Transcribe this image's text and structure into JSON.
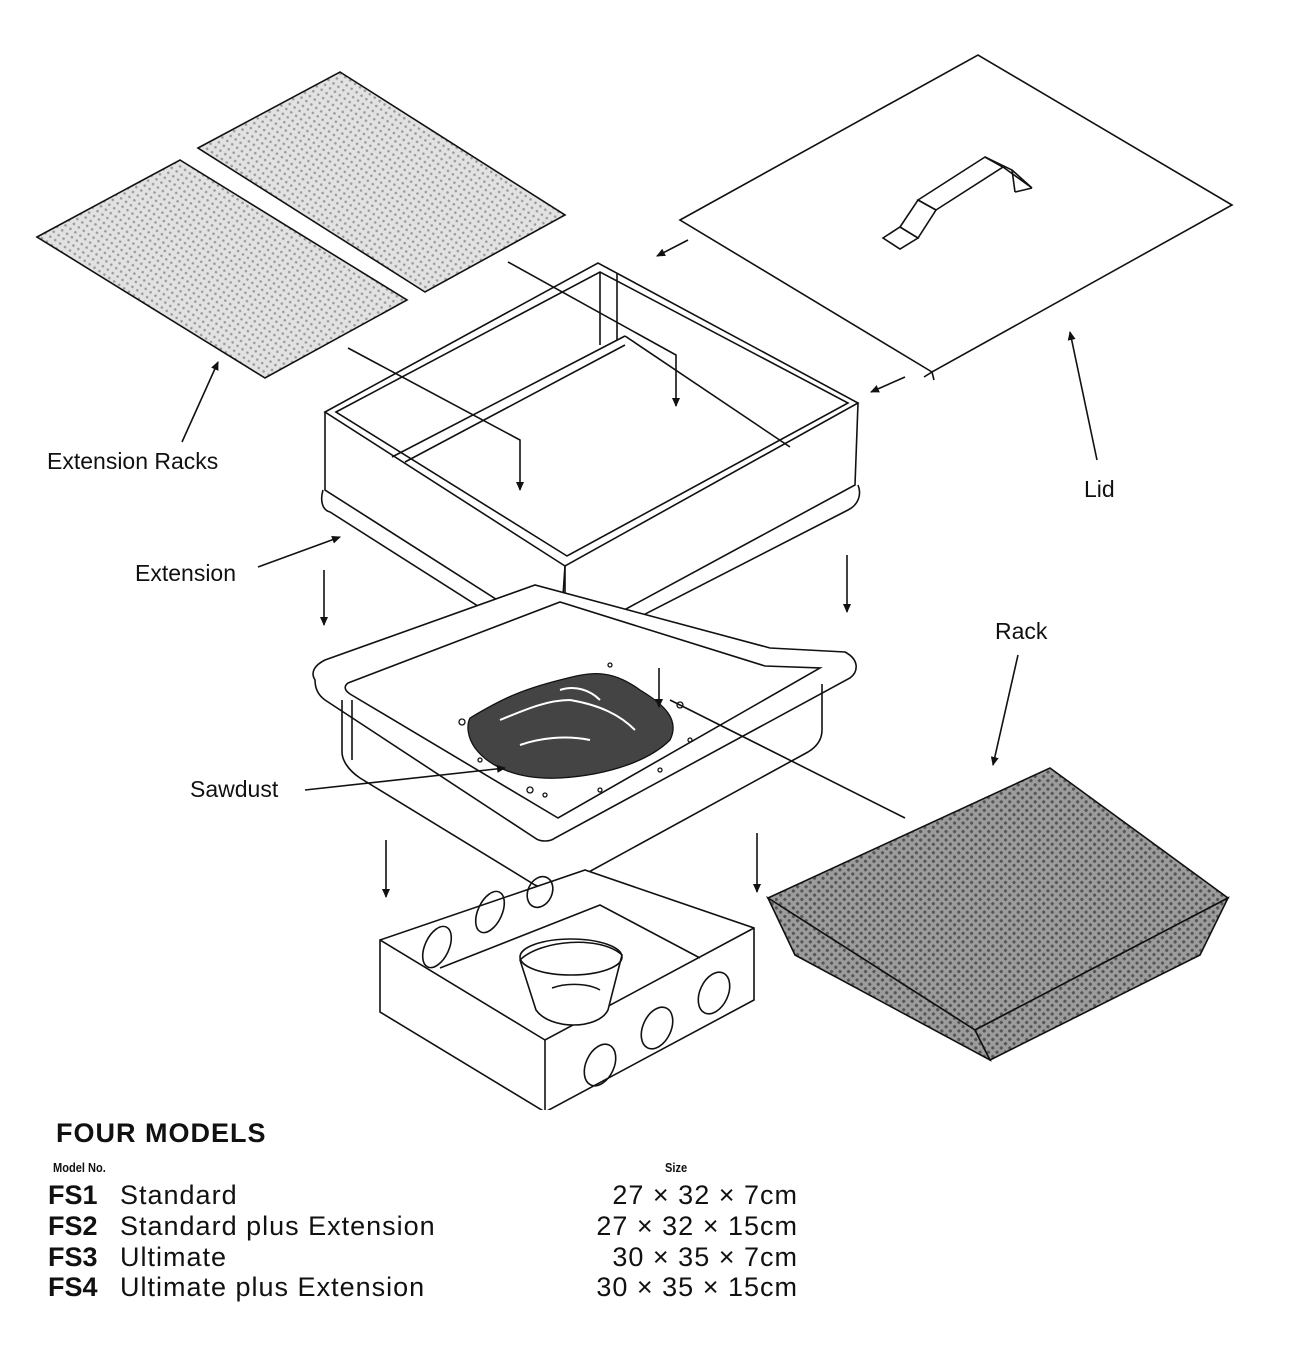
{
  "labels": {
    "extension_racks": "Extension Racks",
    "lid": "Lid",
    "extension": "Extension",
    "rack": "Rack",
    "sawdust": "Sawdust"
  },
  "models": {
    "heading": "FOUR MODELS",
    "col_model": "Model No.",
    "col_size": "Size",
    "rows": [
      {
        "code": "FS1",
        "name": "Standard",
        "size": "27 × 32 × 7cm"
      },
      {
        "code": "FS2",
        "name": "Standard plus Extension",
        "size": "27 × 32 × 15cm"
      },
      {
        "code": "FS3",
        "name": "Ultimate",
        "size": "30 × 35 × 7cm"
      },
      {
        "code": "FS4",
        "name": "Ultimate plus Extension",
        "size": "30 × 35 × 15cm"
      }
    ]
  }
}
